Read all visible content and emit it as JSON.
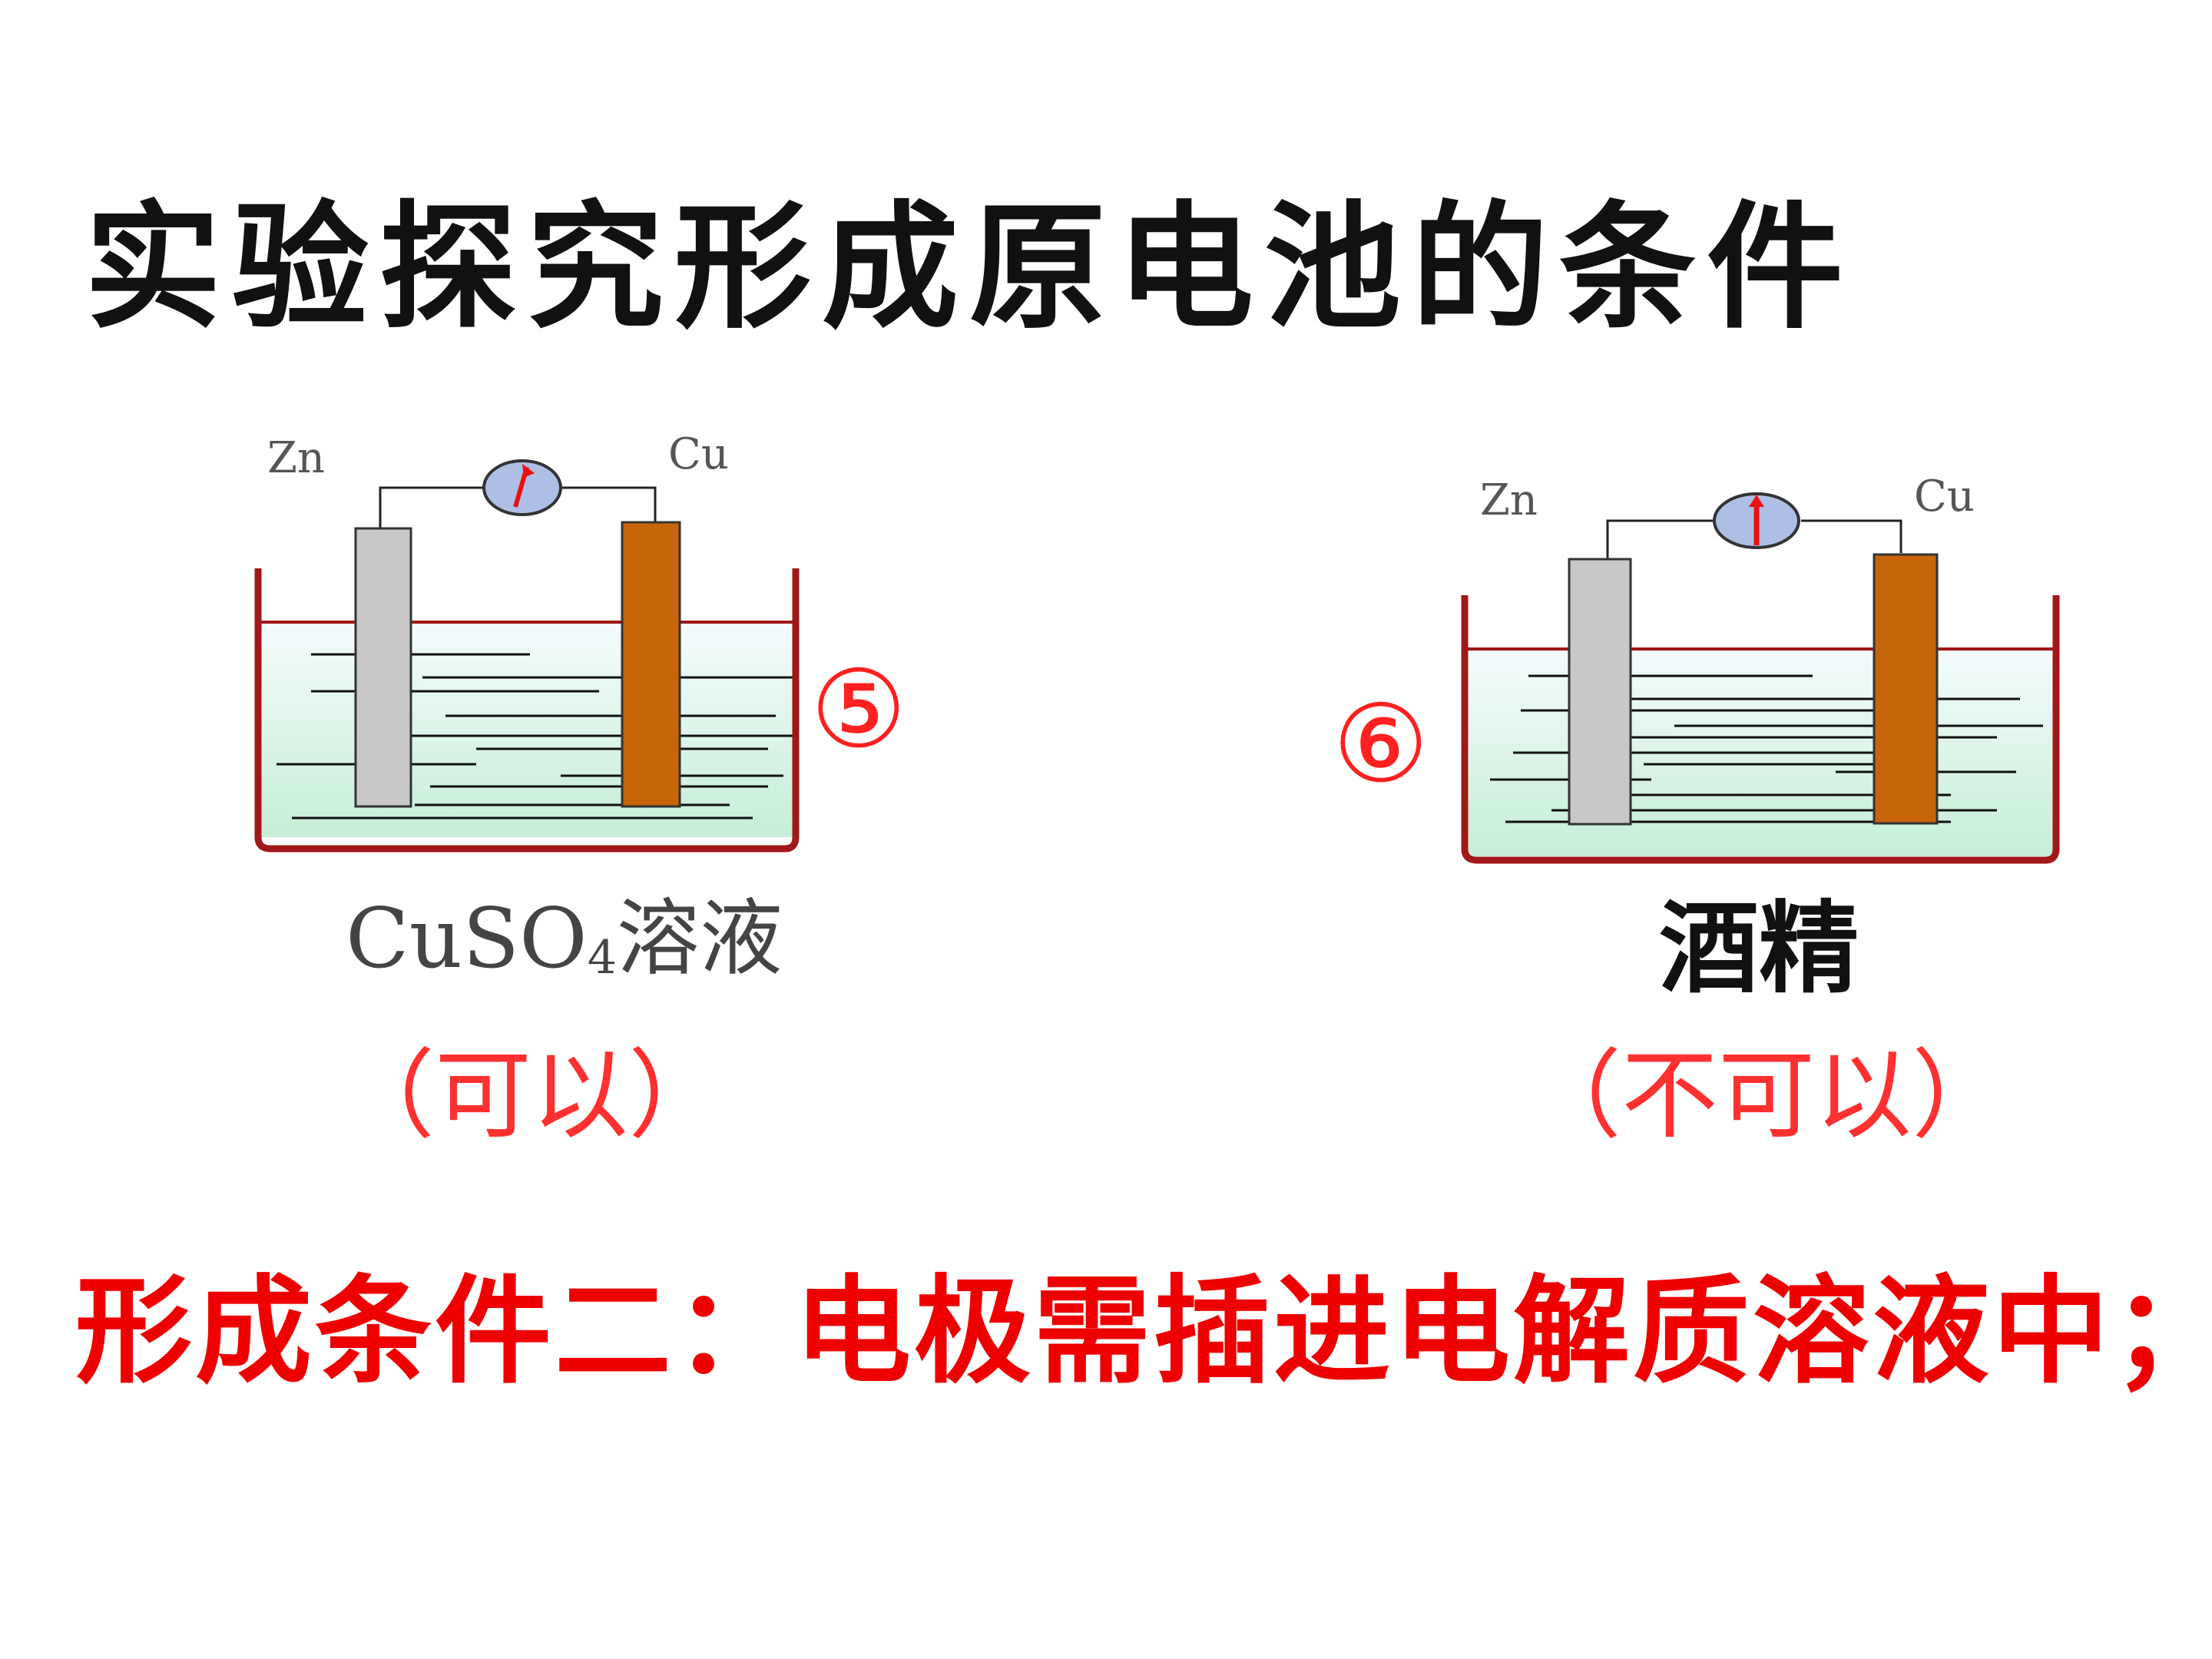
{
  "title": "实验探究形成原电池的条件",
  "cells": [
    {
      "anode_label": "Zn",
      "cathode_label": "Cu",
      "solution_formula": "CuSO",
      "solution_subscript": "4",
      "solution_name": "溶液",
      "number": "⑤",
      "verdict": "（可以）"
    },
    {
      "anode_label": "Zn",
      "cathode_label": "Cu",
      "solution_name": "酒精",
      "number": "⑥",
      "verdict": "（不可以）"
    }
  ],
  "conclusion": "形成条件二：电极需插进电解质溶液中；",
  "colors": {
    "zinc": "#c8c8c8",
    "copper": "#c8650a",
    "beaker": "#a01818",
    "liquid_top": "#f4fbfd",
    "liquid_bottom": "#c8efd8",
    "verdict": "#ff3030",
    "conclusion": "#ee0000"
  }
}
